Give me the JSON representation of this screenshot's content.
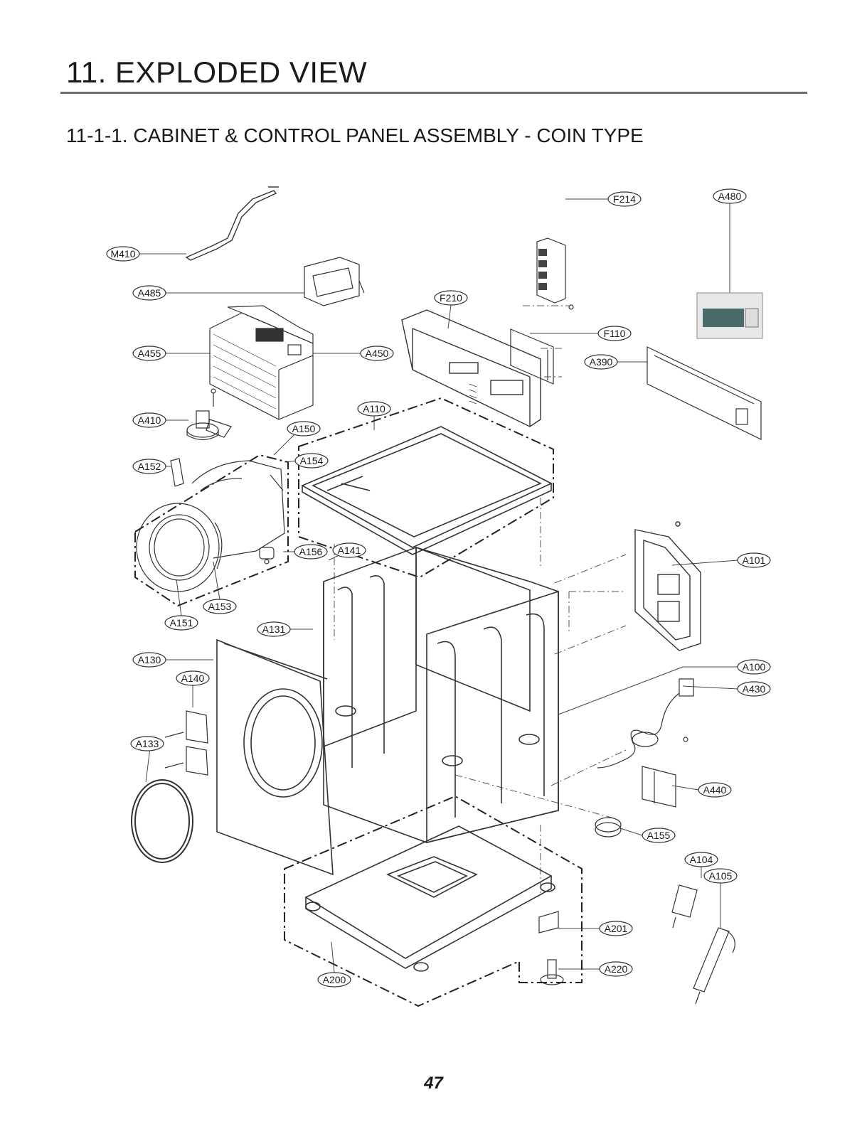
{
  "page": {
    "title": "11. EXPLODED VIEW",
    "subtitle": "11-1-1. CABINET & CONTROL PANEL ASSEMBLY - COIN TYPE",
    "page_number": "47"
  },
  "callouts": {
    "M410": "M410",
    "A485": "A485",
    "A455": "A455",
    "A450": "A450",
    "A410": "A410",
    "A150": "A150",
    "A152": "A152",
    "A154": "A154",
    "A156": "A156",
    "A141": "A141",
    "A153": "A153",
    "A151": "A151",
    "A131": "A131",
    "A130": "A130",
    "A140": "A140",
    "A133": "A133",
    "A200": "A200",
    "F214": "F214",
    "A480": "A480",
    "F210": "F210",
    "F110": "F110",
    "A390": "A390",
    "A110": "A110",
    "A101": "A101",
    "A100": "A100",
    "A430": "A430",
    "A440": "A440",
    "A155": "A155",
    "A104": "A104",
    "A105": "A105",
    "A201": "A201",
    "A220": "A220"
  }
}
